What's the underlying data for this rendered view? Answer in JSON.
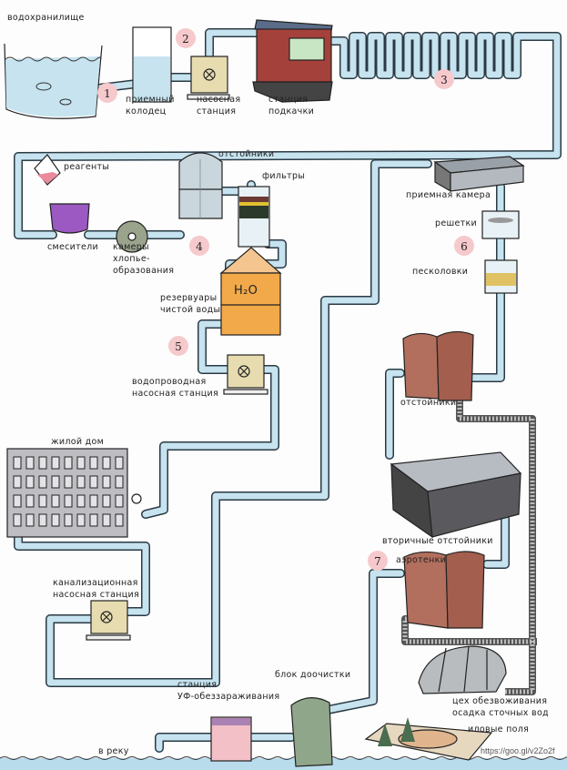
{
  "labels": {
    "reservoir": "водохранилище",
    "intake_well": [
      "приемный",
      "колодец"
    ],
    "pump_station": [
      "насосная",
      "станция"
    ],
    "booster_station": [
      "станция",
      "подкачки"
    ],
    "reagents": "реагенты",
    "mixers": "смесители",
    "flocculation": [
      "камеры",
      "хлопье-",
      "образования"
    ],
    "settlers": "отстойники",
    "filters": "фильтры",
    "clean_water_tanks": [
      "резервуары",
      "чистой воды"
    ],
    "tank_marking": "H₂O",
    "water_pump_station": [
      "водопроводная",
      "насосная станция"
    ],
    "residential_house": "жилой дом",
    "sewage_pump_station": [
      "канализационная",
      "насосная станция"
    ],
    "receiving_chamber": "приемная камера",
    "screens": "решетки",
    "sand_traps": "песколовки",
    "primary_settlers": "отстойники",
    "aerotanks": "аэротенки",
    "secondary_settlers": "вторичные отстойники",
    "sludge_dewatering": [
      "цех обезвоживания",
      "осадка сточных вод"
    ],
    "sludge_fields": "иловые поля",
    "post_treatment": "блок доочистки",
    "uv_station": [
      "станция",
      "УФ-обеззараживания"
    ],
    "to_river": "в реку"
  },
  "steps": [
    "1",
    "2",
    "3",
    "4",
    "5",
    "6",
    "7"
  ],
  "source_url": "https://goo.gl/v2Zo2f",
  "colors": {
    "water": "#c6e3ef",
    "step_badge": "#f6c9cc",
    "building_brick": "#a5413b",
    "clean_tank": "#f2a94a",
    "settler_brown": "#b26f5e",
    "mixer_purple": "#9b59c1",
    "post_treatment_green": "#8fa68a",
    "uv_pink": "#f2c0c6"
  }
}
